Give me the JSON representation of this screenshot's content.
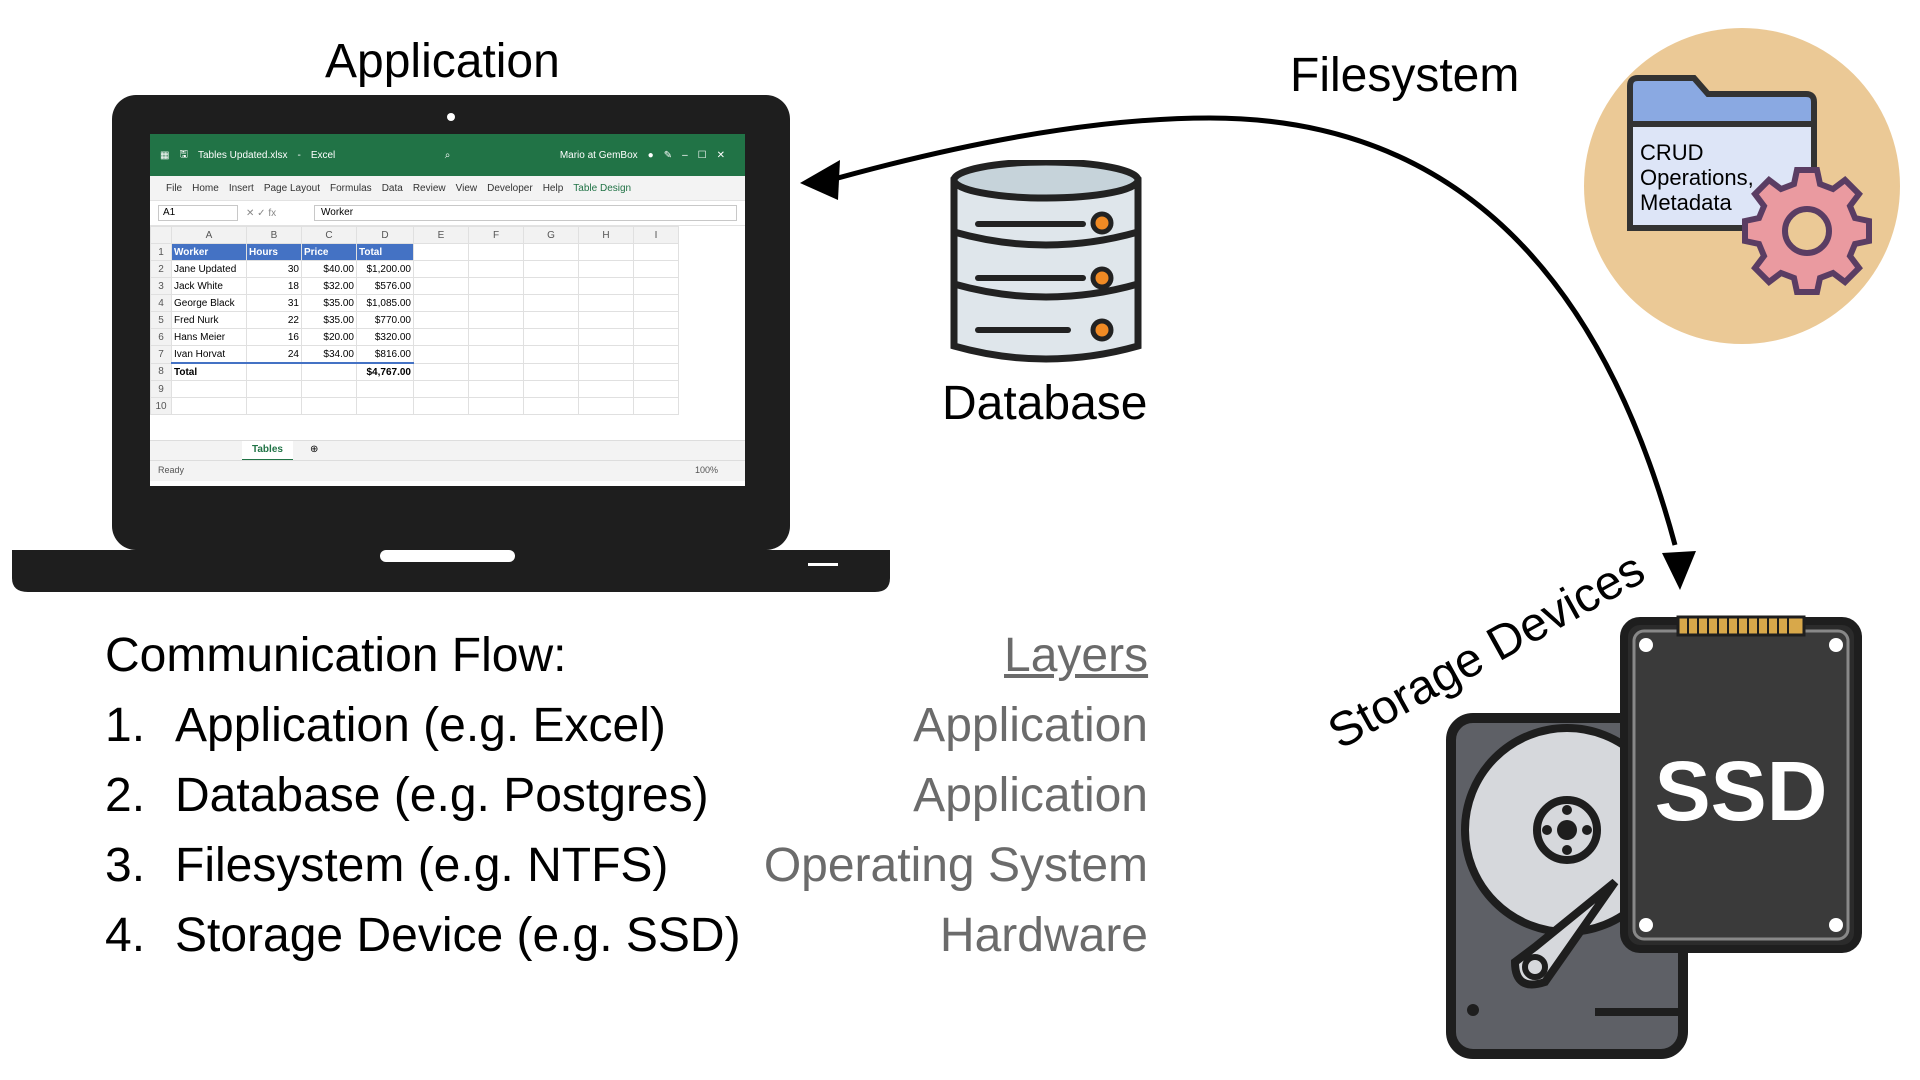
{
  "labels": {
    "application": "Application",
    "filesystem": "Filesystem",
    "database": "Database",
    "storage_devices": "Storage Devices",
    "crud": [
      "CRUD",
      "Operations,",
      "Metadata"
    ],
    "ssd": "SSD"
  },
  "excel": {
    "title_file": "Tables Updated.xlsx",
    "title_app": "Excel",
    "user": "Mario at GemBox",
    "menu": [
      "File",
      "Home",
      "Insert",
      "Page Layout",
      "Formulas",
      "Data",
      "Review",
      "View",
      "Developer",
      "Help",
      "Table Design"
    ],
    "name_box": "A1",
    "formula": "Worker",
    "columns": [
      "A",
      "B",
      "C",
      "D",
      "E",
      "F",
      "G",
      "H",
      "I"
    ],
    "header": [
      "Worker",
      "Hours",
      "Price",
      "Total"
    ],
    "rows": [
      [
        "Jane Updated",
        "30",
        "$40.00",
        "$1,200.00"
      ],
      [
        "Jack White",
        "18",
        "$32.00",
        "$576.00"
      ],
      [
        "George Black",
        "31",
        "$35.00",
        "$1,085.00"
      ],
      [
        "Fred Nurk",
        "22",
        "$35.00",
        "$770.00"
      ],
      [
        "Hans Meier",
        "16",
        "$20.00",
        "$320.00"
      ],
      [
        "Ivan Horvat",
        "24",
        "$34.00",
        "$816.00"
      ]
    ],
    "total_label": "Total",
    "total_value": "$4,767.00",
    "sheet_tab": "Tables",
    "status": "Ready",
    "zoom": "100%"
  },
  "flow": {
    "title": "Communication Flow:",
    "items": [
      {
        "n": "1.",
        "text": "Application (e.g. Excel)",
        "layer": "Application"
      },
      {
        "n": "2.",
        "text": "Database (e.g. Postgres)",
        "layer": "Application"
      },
      {
        "n": "3.",
        "text": "Filesystem (e.g. NTFS)",
        "layer": "Operating System"
      },
      {
        "n": "4.",
        "text": "Storage Device (e.g. SSD)",
        "layer": "Hardware"
      }
    ],
    "layers_heading": "Layers"
  }
}
